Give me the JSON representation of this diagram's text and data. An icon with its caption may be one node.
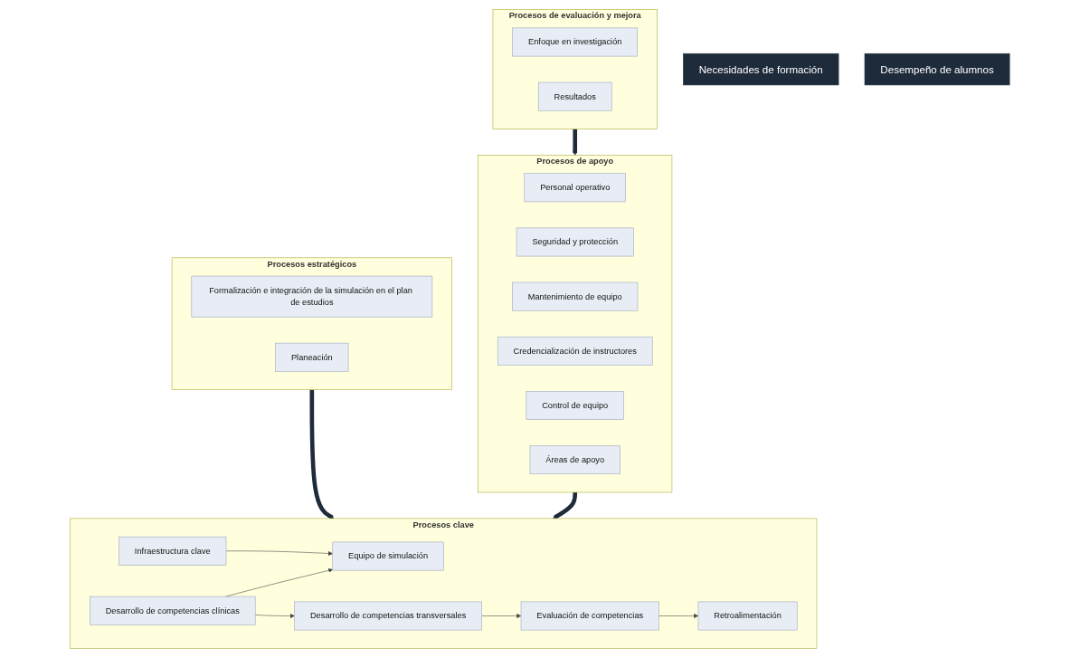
{
  "diagram": {
    "nodes": [
      {
        "text": [
          "Necesidades de formación"
        ]
      },
      {
        "text": [
          "Procesos estratégicos"
        ]
      },
      {
        "text": [
          "Formalización e integración de la simulación en el plan de estudios"
        ],
        "in": 1
      },
      {
        "text": [
          "Planeación"
        ],
        "in": 1
      },
      {
        "text": [
          "Procesos clave"
        ]
      },
      {
        "text": [
          "Infraestructura clave"
        ],
        "in": 4
      },
      {
        "text": [
          "Equipo de simulación"
        ],
        "in": 4
      },
      {
        "text": [
          "Desarrollo de competencias clínicas"
        ],
        "in": 4
      },
      {
        "text": [
          "Desarrollo de competencias transversales"
        ],
        "in": 4
      },
      {
        "text": [
          "Evaluación de competencias"
        ],
        "in": 4
      },
      {
        "text": [
          "Retroalimentación"
        ],
        "in": 4
      },
      {
        "text": [
          "Procesos de apoyo"
        ]
      },
      {
        "text": [
          "Personal operativo"
        ],
        "in": 11
      },
      {
        "text": [
          "Seguridad y protección"
        ],
        "in": 11
      },
      {
        "text": [
          "Mantenimiento de equipo"
        ],
        "in": 11
      },
      {
        "text": [
          "Credencialización de instructores"
        ],
        "in": 11
      },
      {
        "text": [
          "Control de equipo"
        ],
        "in": 11
      },
      {
        "text": [
          "Áreas de apoyo"
        ],
        "in": 11
      },
      {
        "text": [
          "Procesos de evaluación y mejora"
        ]
      },
      {
        "text": [
          "Enfoque en investigación"
        ],
        "in": 18
      },
      {
        "text": [
          "Resultados"
        ],
        "in": 18
      },
      {
        "text": [
          "Desempeño de alumnos"
        ]
      }
    ],
    "edges": [
      {
        "from": 1,
        "to": 4,
        "arrow": "to",
        "style": "thick"
      },
      {
        "from": 5,
        "to": 6,
        "arrow": "to"
      },
      {
        "from": 7,
        "to": 6,
        "arrow": "to"
      },
      {
        "from": 7,
        "to": 8,
        "arrow": "to"
      },
      {
        "from": 8,
        "to": 9,
        "arrow": "to"
      },
      {
        "from": 9,
        "to": 10,
        "arrow": "to"
      },
      {
        "from": 11,
        "to": 4,
        "arrow": "to",
        "style": "thick"
      },
      {
        "from": 18,
        "to": 11,
        "arrow": "to",
        "style": "thick"
      }
    ]
  }
}
